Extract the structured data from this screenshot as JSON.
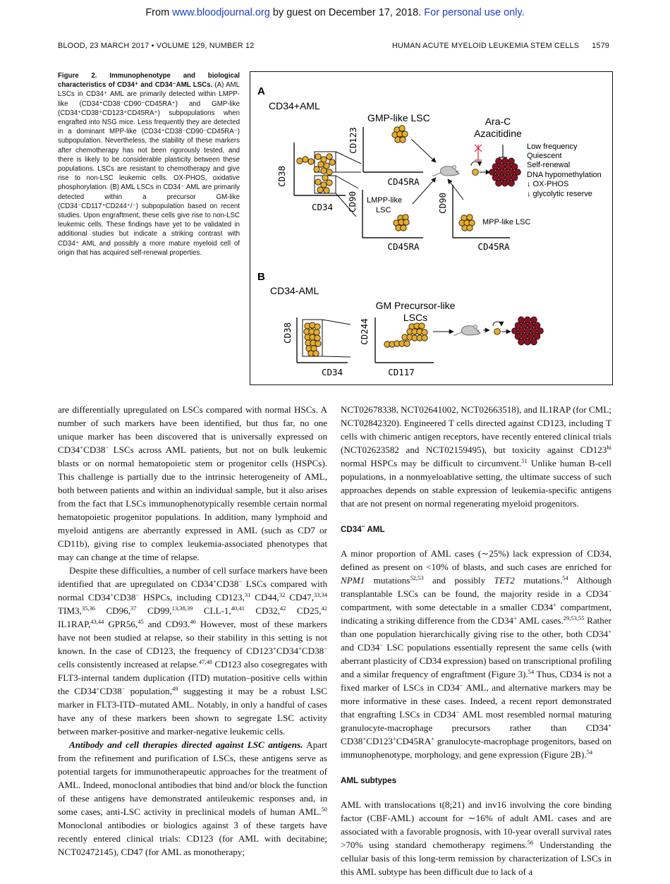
{
  "top_banner": {
    "prefix": "From ",
    "site_link": "www.bloodjournal.org",
    "middle": " by guest on December 17, 2018. ",
    "personal_link": "For personal use only."
  },
  "running_head": {
    "left": "BLOOD, 23 MARCH 2017 • VOLUME 129, NUMBER 12",
    "right_title": "HUMAN ACUTE MYELOID LEUKEMIA STEM CELLS",
    "page_number": "1579"
  },
  "figure": {
    "caption_label": "Figure 2. Immunophenotype and biological characteristics of CD34⁺ and CD34⁻AML LSCs.",
    "caption_text": " (A) AML LSCs in CD34⁺ AML are primarily detected within LMPP-like (CD34⁺CD38⁻CD90⁻CD45RA⁺) and GMP-like (CD34⁺CD38⁺CD123⁺CD45RA⁺) subpopulations when engrafted into NSG mice. Less frequently they are detected in a dominant MPP-like (CD34⁺CD38⁻CD90⁻CD45RA⁻) subpopulation. Nevertheless, the stability of these markers after chemotherapy has not been rigorously tested, and there is likely to be considerable plasticity between these populations. LSCs are resistant to chemotherapy and give rise to non-LSC leukemic cells. OX-PHOS, oxidative phosphorylation. (B) AML LSCs in CD34⁻ AML are primarily detected within a precursor GM-like (CD34⁻CD117⁺CD244⁺/⁻) subpopulation based on recent studies. Upon engraftment, these cells give rise to non-LSC leukemic cells. These findings have yet to be validated in additional studies but indicate a striking contrast with CD34⁺ AML and possibly a more mature myeloid cell of origin that has acquired self-renewal properties.",
    "panel_a": {
      "letter": "A",
      "title": "CD34+AML",
      "gmp_label": "GMP-like LSC",
      "lmpp_label_1": "LMPP-like",
      "lmpp_label_2": "LSC",
      "mpp_label": "MPP-like LSC",
      "drug_1": "Ara-C",
      "drug_2": "Azacitidine",
      "axis_cd38": "CD38",
      "axis_cd34": "CD34",
      "axis_cd123": "CD123",
      "axis_cd45ra_1": "CD45RA",
      "axis_cd90_1": "CD90",
      "axis_cd45ra_2": "CD45RA",
      "axis_cd90_2": "CD90",
      "axis_cd45ra_3": "CD45RA",
      "properties": [
        "Low frequency",
        "Quiescent",
        "Self-renewal",
        "DNA hypomethylation",
        "↓ OX-PHOS",
        "↓ glycolytic reserve"
      ]
    },
    "panel_b": {
      "letter": "B",
      "title": "CD34-AML",
      "gm_label_1": "GM Precursor-like",
      "gm_label_2": "LSCs",
      "axis_cd38": "CD38",
      "axis_cd34": "CD34",
      "axis_cd244": "CD244",
      "axis_cd117": "CD117"
    },
    "colors": {
      "lsc_cell": "#e8ad2a",
      "leukemic_cell": "#8c1022",
      "inhibit": "#d9243a"
    }
  }
}
